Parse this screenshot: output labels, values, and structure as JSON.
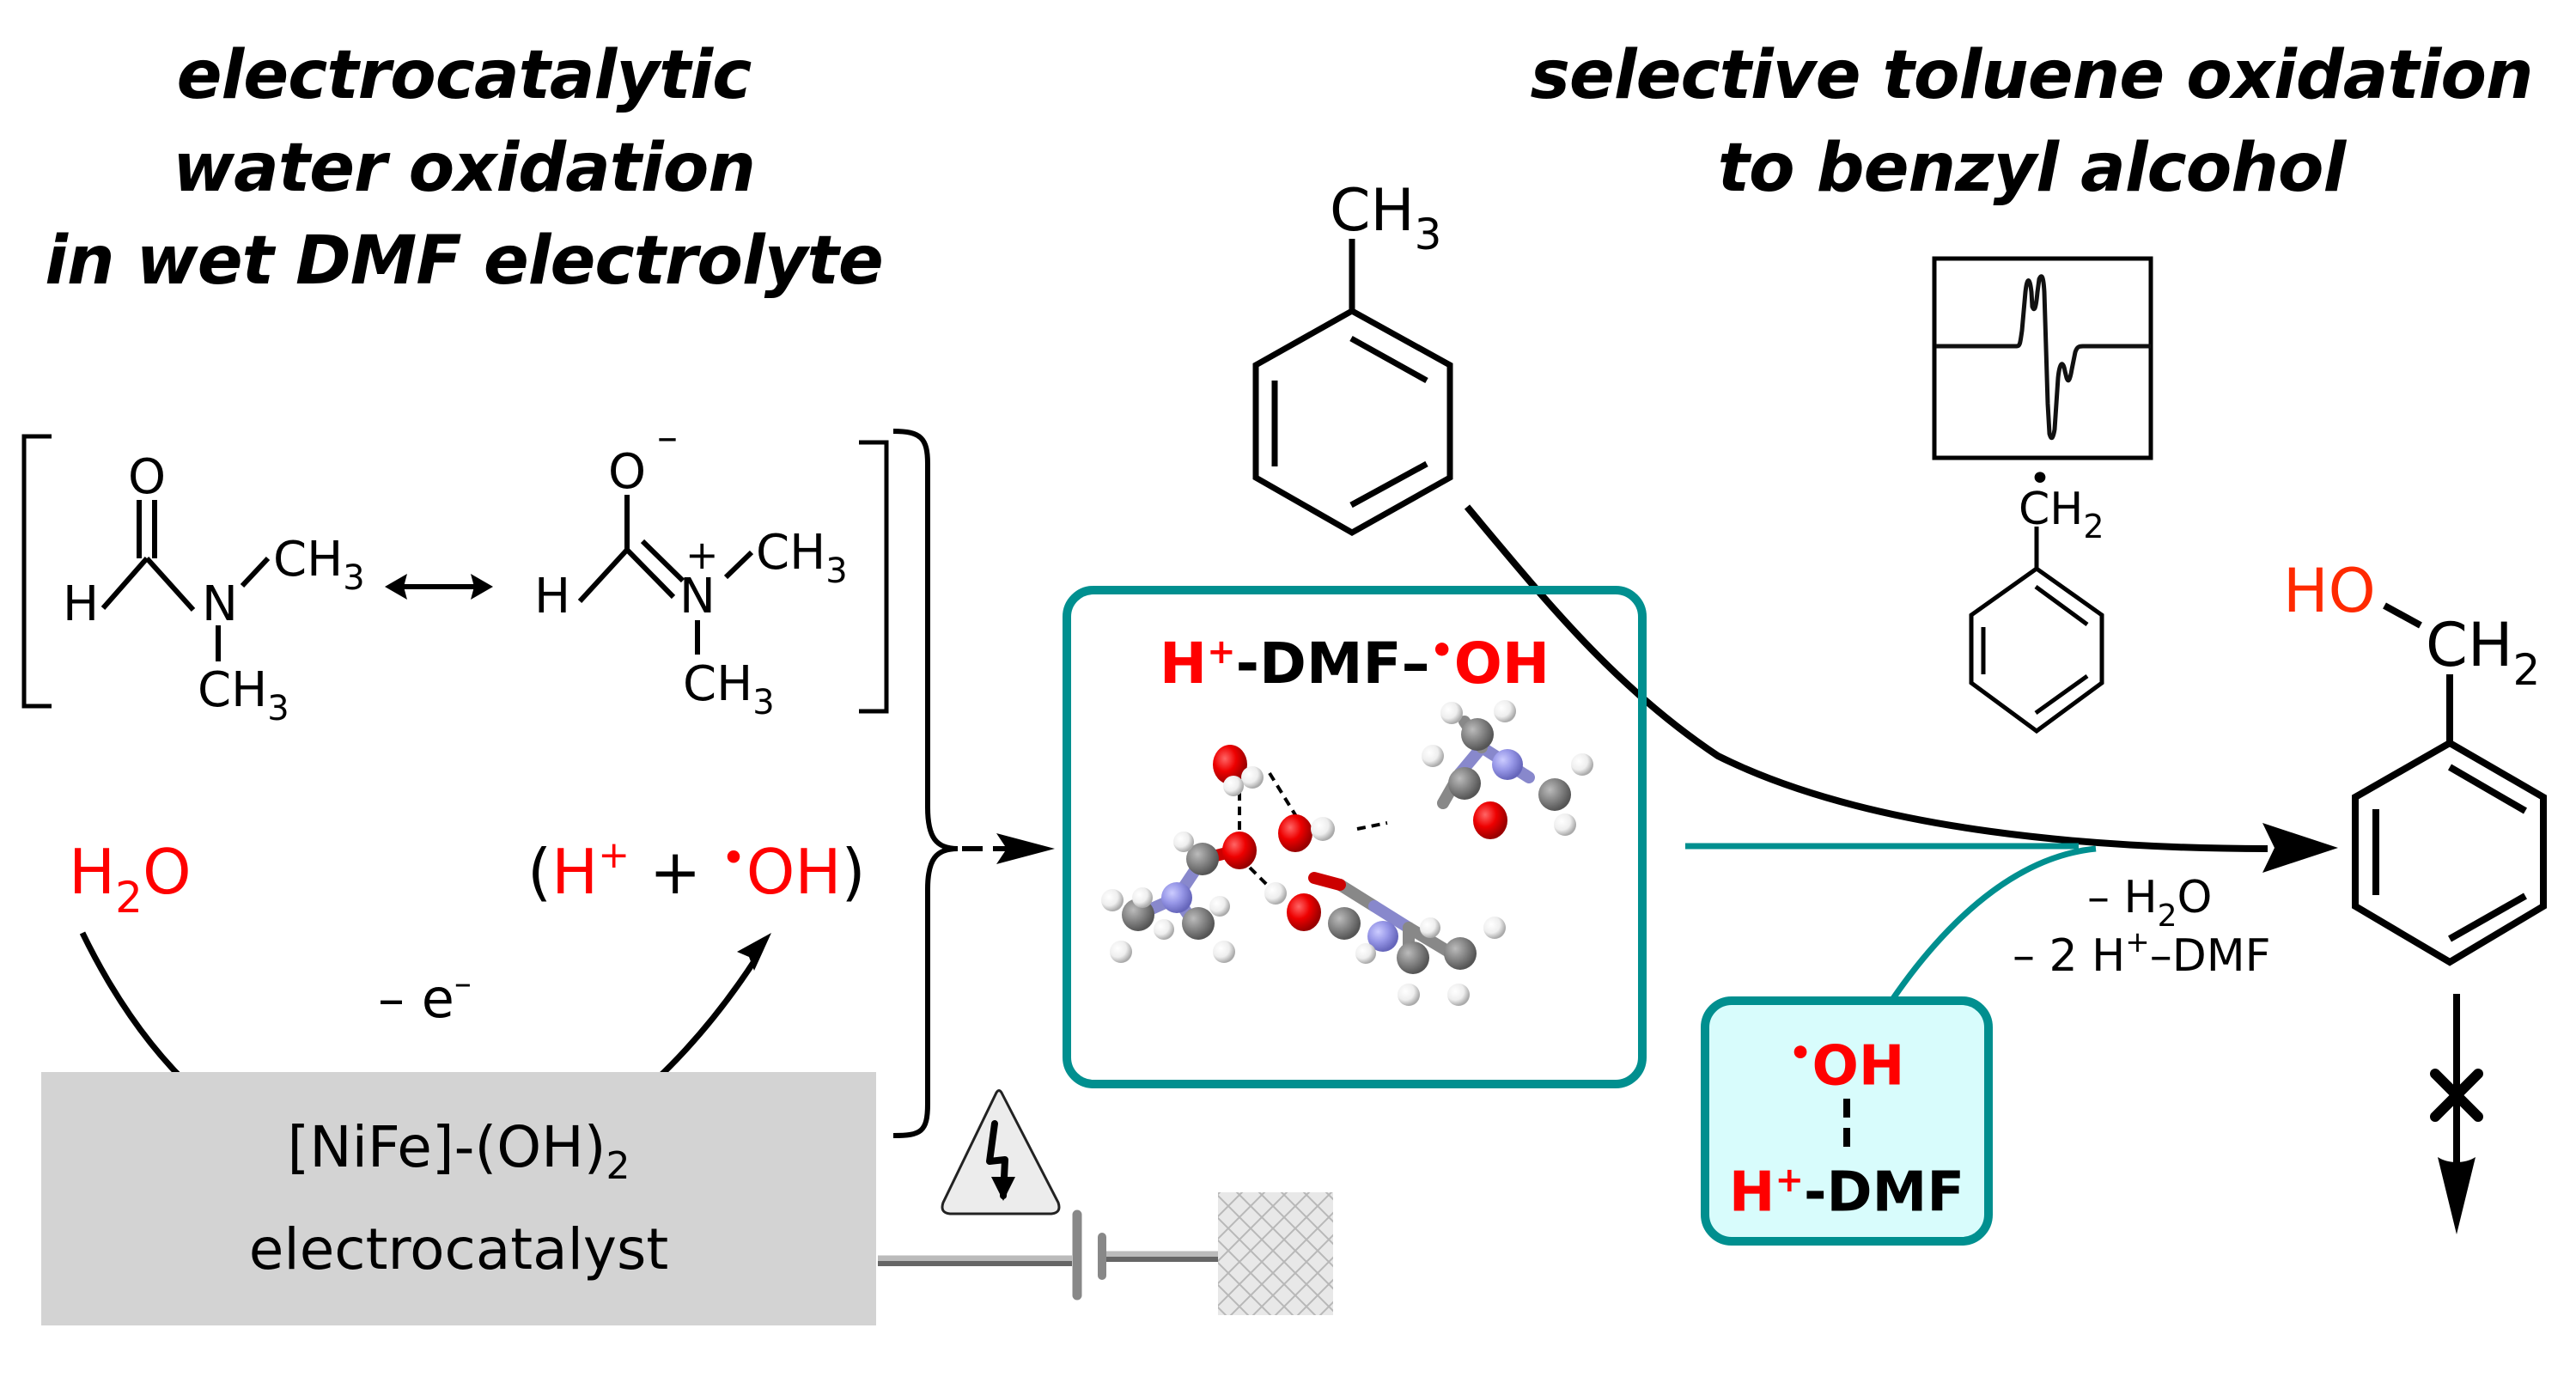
{
  "left_title": {
    "line1": "electrocatalytic",
    "line2": "water oxidation",
    "line3": "in wet DMF electrolyte"
  },
  "right_title": {
    "line1": "selective toluene oxidation",
    "line2": "to benzyl alcohol"
  },
  "dmf_resonance": {
    "structure1": {
      "O": "O",
      "H": "H",
      "N": "N",
      "CH3_a": "CH",
      "CH3_a_sub": "3",
      "CH3_b": "CH",
      "CH3_b_sub": "3"
    },
    "structure2": {
      "O": "O",
      "O_charge": "–",
      "H": "H",
      "N": "N",
      "N_charge": "+",
      "CH3_a": "CH",
      "CH3_a_sub": "3",
      "CH3_b": "CH",
      "CH3_b_sub": "3"
    }
  },
  "water_oxidation": {
    "reactant": "H",
    "reactant_sub": "2",
    "reactant_tail": "O",
    "product_open": "(",
    "product_h": "H",
    "product_h_sup": "+",
    "product_plus": " + ",
    "product_radical_dot": "•",
    "product_oh": "OH",
    "product_close": ")",
    "electron_label": "– e",
    "electron_sup": "–"
  },
  "catalyst": {
    "line1": "[NiFe]-(OH)",
    "line1_sub": "2",
    "line2": "electrocatalyst"
  },
  "complex_box": {
    "title_h": "H",
    "title_h_sup": "+",
    "title_dmf": "-DMF–",
    "title_dot": "•",
    "title_oh": "OH"
  },
  "toluene": {
    "label": "CH",
    "label_sub": "3"
  },
  "epr_radical": {
    "label": "CH",
    "label_sub": "2",
    "radical_dot": "•"
  },
  "benzyl_alcohol": {
    "ho": "HO",
    "ch": "CH",
    "ch_sub": "2"
  },
  "byproducts": {
    "line1": "– H",
    "line1_sub": "2",
    "line1_tail": "O",
    "line2_pre": "– 2 H",
    "line2_sup": "+",
    "line2_tail": "–DMF"
  },
  "small_box": {
    "top_dot": "•",
    "top_oh": "OH",
    "bottom_h": "H",
    "bottom_h_sup": "+",
    "bottom_dmf": "-DMF"
  },
  "colors": {
    "red": "#ff0000",
    "teal": "#008f8f",
    "teal_fill": "#d8fcfc",
    "gray_box": "#d3d3d3",
    "ho_red": "#ff2a00"
  }
}
